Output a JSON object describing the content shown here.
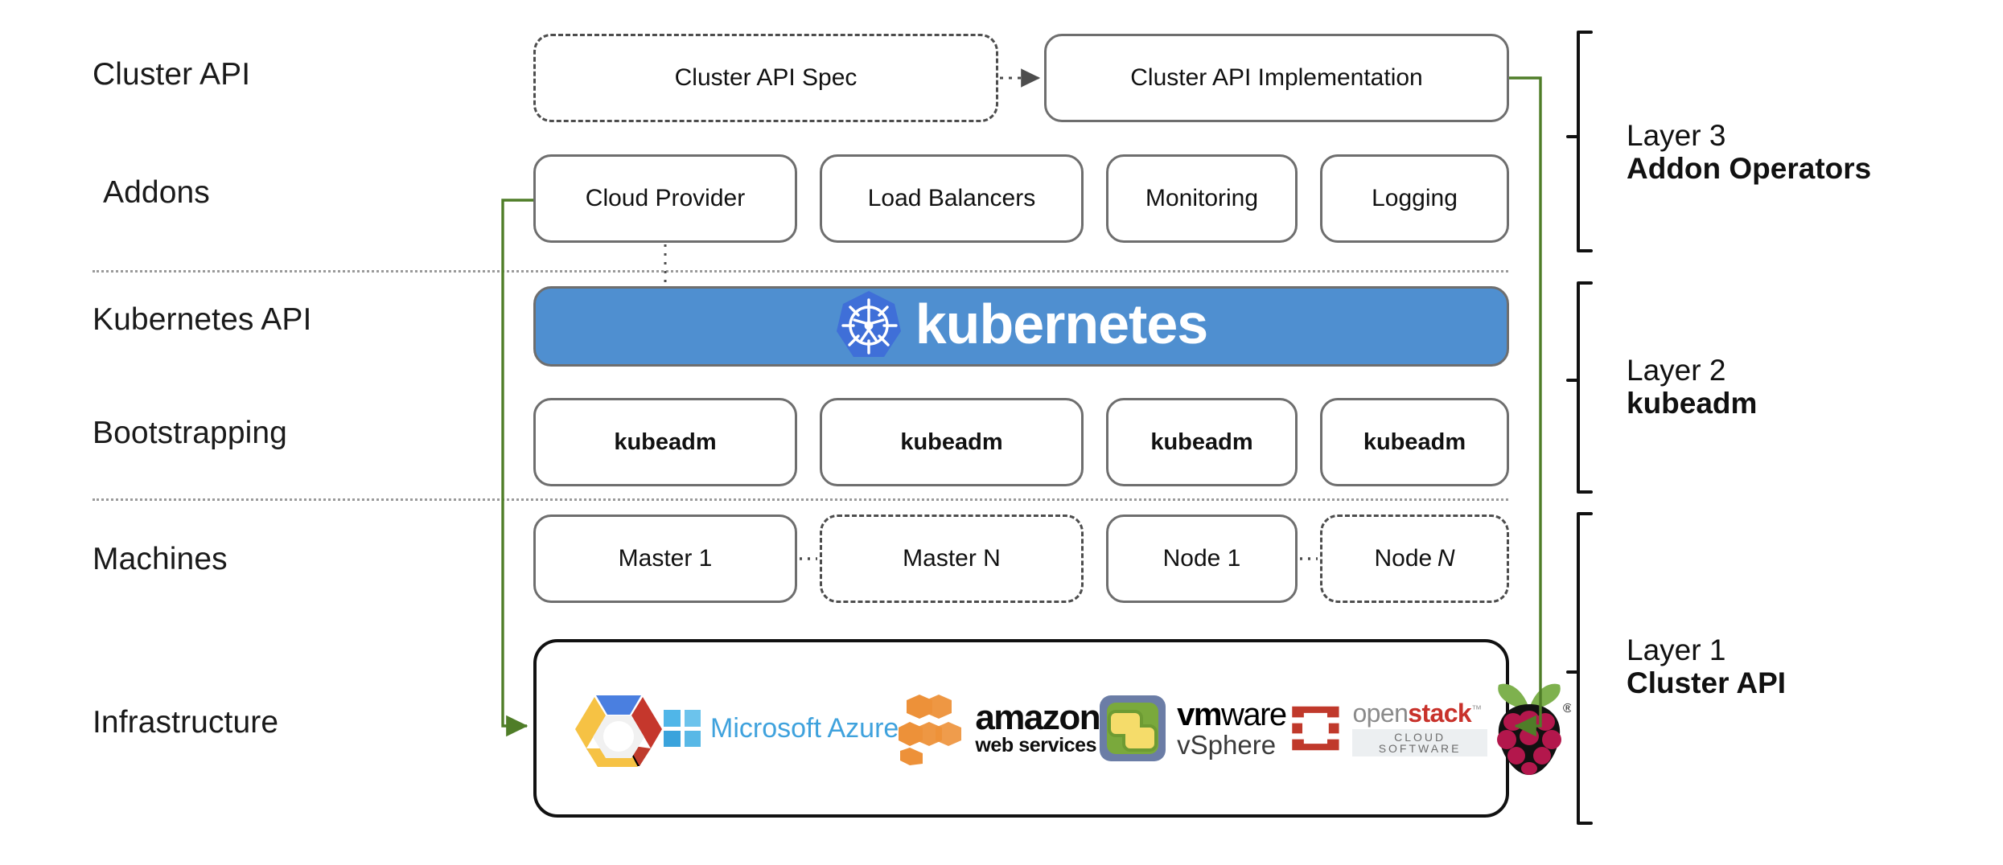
{
  "diagram": {
    "title": "Kubernetes Cluster API layered architecture",
    "accent_green": "#4f7d28",
    "kubernetes_blue": "#4f8fd0",
    "kubernetes_logo_blue": "#3f6fd8",
    "box_border_gray": "#6e6e6e"
  },
  "row_labels": [
    {
      "id": "cluster-api",
      "text": "Cluster API"
    },
    {
      "id": "addons",
      "text": "Addons"
    },
    {
      "id": "kubernetes-api",
      "text": "Kubernetes API"
    },
    {
      "id": "bootstrapping",
      "text": "Bootstrapping"
    },
    {
      "id": "machines",
      "text": "Machines"
    },
    {
      "id": "infrastructure",
      "text": "Infrastructure"
    }
  ],
  "cluster_api_row": {
    "spec": {
      "label": "Cluster API Spec",
      "style": "dashed"
    },
    "implementation": {
      "label": "Cluster API Implementation",
      "style": "solid"
    }
  },
  "addons_row": [
    {
      "label": "Cloud Provider"
    },
    {
      "label": "Load Balancers"
    },
    {
      "label": "Monitoring"
    },
    {
      "label": "Logging"
    }
  ],
  "kubernetes_banner": {
    "wordmark": "kubernetes",
    "logo_name": "kubernetes-helm-icon"
  },
  "bootstrapping_row": [
    {
      "label": "kubeadm"
    },
    {
      "label": "kubeadm"
    },
    {
      "label": "kubeadm"
    },
    {
      "label": "kubeadm"
    }
  ],
  "machines_row": [
    {
      "label": "Master 1",
      "suffix": "",
      "style": "solid"
    },
    {
      "label": "Master N",
      "suffix": "",
      "style": "dashed"
    },
    {
      "label": "Node 1",
      "suffix": "",
      "style": "solid"
    },
    {
      "label": "Node",
      "suffix": "N",
      "style": "dashed"
    }
  ],
  "infrastructure_logos": [
    {
      "name": "google-cloud-platform-icon",
      "text": ""
    },
    {
      "name": "microsoft-azure-logo",
      "text": "Microsoft Azure"
    },
    {
      "name": "amazon-web-services-logo",
      "text_line1": "amazon",
      "text_line2": "web services"
    },
    {
      "name": "vmware-vsphere-logo",
      "text_line1": "vmware",
      "text_line2": "vSphere"
    },
    {
      "name": "openstack-logo",
      "text_line1_a": "open",
      "text_line1_b": "stack",
      "text_line1_tm": "™",
      "text_line2": "CLOUD SOFTWARE"
    },
    {
      "name": "raspberry-pi-logo",
      "text": ""
    }
  ],
  "layers": [
    {
      "id": "layer-3",
      "title": "Layer 3",
      "subtitle": "Addon Operators"
    },
    {
      "id": "layer-2",
      "title": "Layer 2",
      "subtitle": "kubeadm"
    },
    {
      "id": "layer-1",
      "title": "Layer 1",
      "subtitle": "Cluster API"
    }
  ]
}
